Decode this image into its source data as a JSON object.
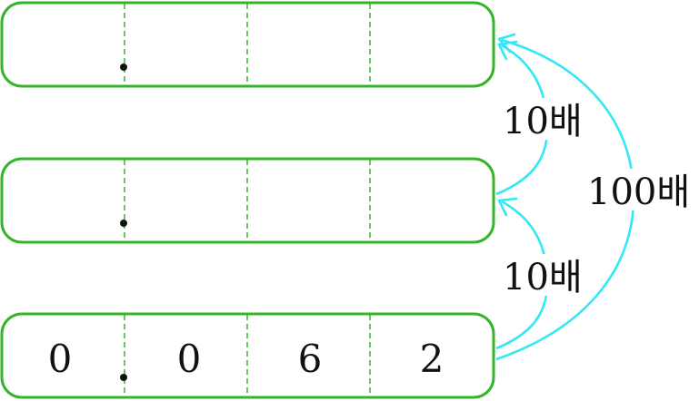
{
  "rows": [
    {
      "digits": [
        "",
        "",
        "",
        ""
      ]
    },
    {
      "digits": [
        "",
        "",
        "",
        ""
      ]
    },
    {
      "digits": [
        "0",
        "0",
        "6",
        "2"
      ]
    }
  ],
  "arrows": {
    "small_lower": "10배",
    "small_upper": "10배",
    "large": "100배"
  },
  "colors": {
    "box_stroke": "#33b528",
    "arrow": "#33e8f4"
  }
}
